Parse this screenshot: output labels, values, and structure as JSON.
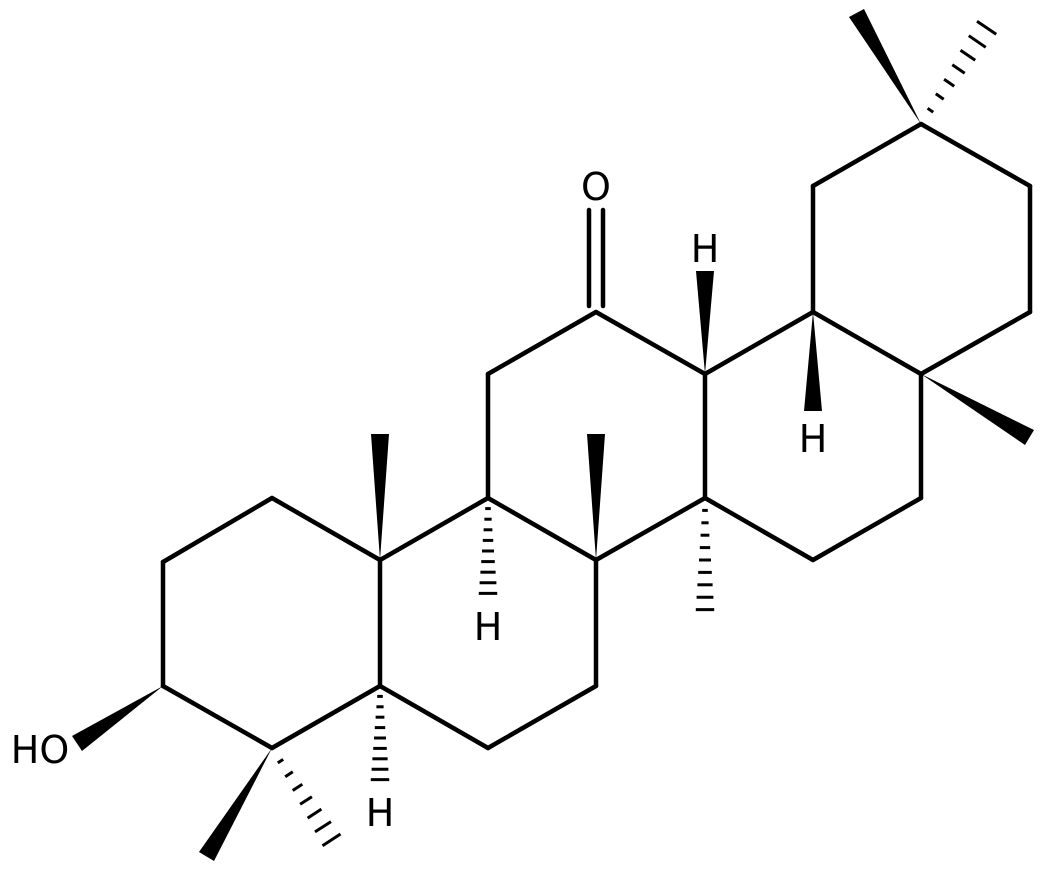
{
  "diagram": {
    "type": "chemical-structure",
    "colors": {
      "bond": "#000000",
      "label": "#000000",
      "background": "#ffffff"
    },
    "labels": {
      "oxygen": "O",
      "hydroxyl": "HO",
      "h_ring_b": "H",
      "h_ring_c": "H",
      "h_ring_d": "H",
      "h_ring_e": "H"
    }
  }
}
